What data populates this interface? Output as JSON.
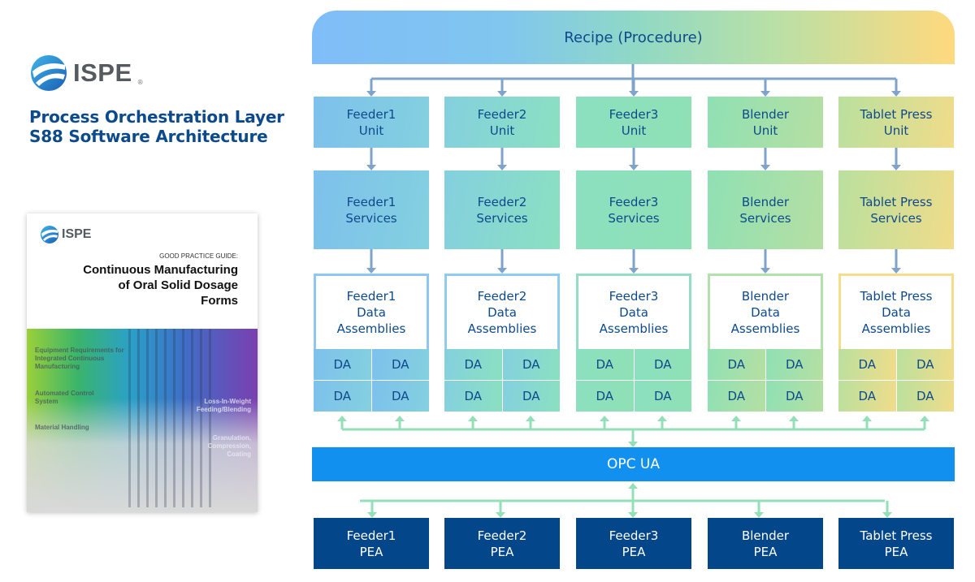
{
  "header": {
    "logo_text": "ISPE",
    "logo_registered": "®",
    "title_line1": "Process Orchestration Layer",
    "title_line2": "S88 Software Architecture"
  },
  "cover": {
    "logo_text": "ISPE",
    "subtitle": "GOOD PRACTICE GUIDE:",
    "title_line1": "Continuous Manufacturing",
    "title_line2": "of Oral Solid Dosage",
    "title_line3": "Forms",
    "labels": [
      "Equipment Requirements for Integrated Continuous Manufacturing",
      "Automated Control System",
      "Material Handling",
      "Loss-In-Weight Feeding/Blending",
      "Granulation, Compression, Coating"
    ]
  },
  "diagram": {
    "recipe_label": "Recipe (Procedure)",
    "opc_label": "OPC UA",
    "da_cell_label": "DA",
    "columns": [
      {
        "name": "Feeder1",
        "unit": "Feeder1 Unit",
        "services": "Feeder1 Services",
        "da_title": "Feeder1 Data Assemblies",
        "pea": "Feeder1 PEA"
      },
      {
        "name": "Feeder2",
        "unit": "Feeder2 Unit",
        "services": "Feeder2 Services",
        "da_title": "Feeder2 Data Assemblies",
        "pea": "Feeder2 PEA"
      },
      {
        "name": "Feeder3",
        "unit": "Feeder3 Unit",
        "services": "Feeder3 Services",
        "da_title": "Feeder3 Data Assemblies",
        "pea": "Feeder3 PEA"
      },
      {
        "name": "Blender",
        "unit": "Blender Unit",
        "services": "Blender Services",
        "da_title": "Blender Data Assemblies",
        "pea": "Blender PEA"
      },
      {
        "name": "Tablet Press",
        "unit": "Tablet Press Unit",
        "services": "Tablet Press Services",
        "da_title": "Tablet Press Data Assemblies",
        "pea": "Tablet Press PEA"
      }
    ],
    "colors": {
      "text_dark_blue": "#0d4a8c",
      "arrow_upper": "#7fa3c9",
      "arrow_lower": "#93e0b8",
      "opc_blue": "#1190ef",
      "pea_navy": "#03468a"
    }
  }
}
